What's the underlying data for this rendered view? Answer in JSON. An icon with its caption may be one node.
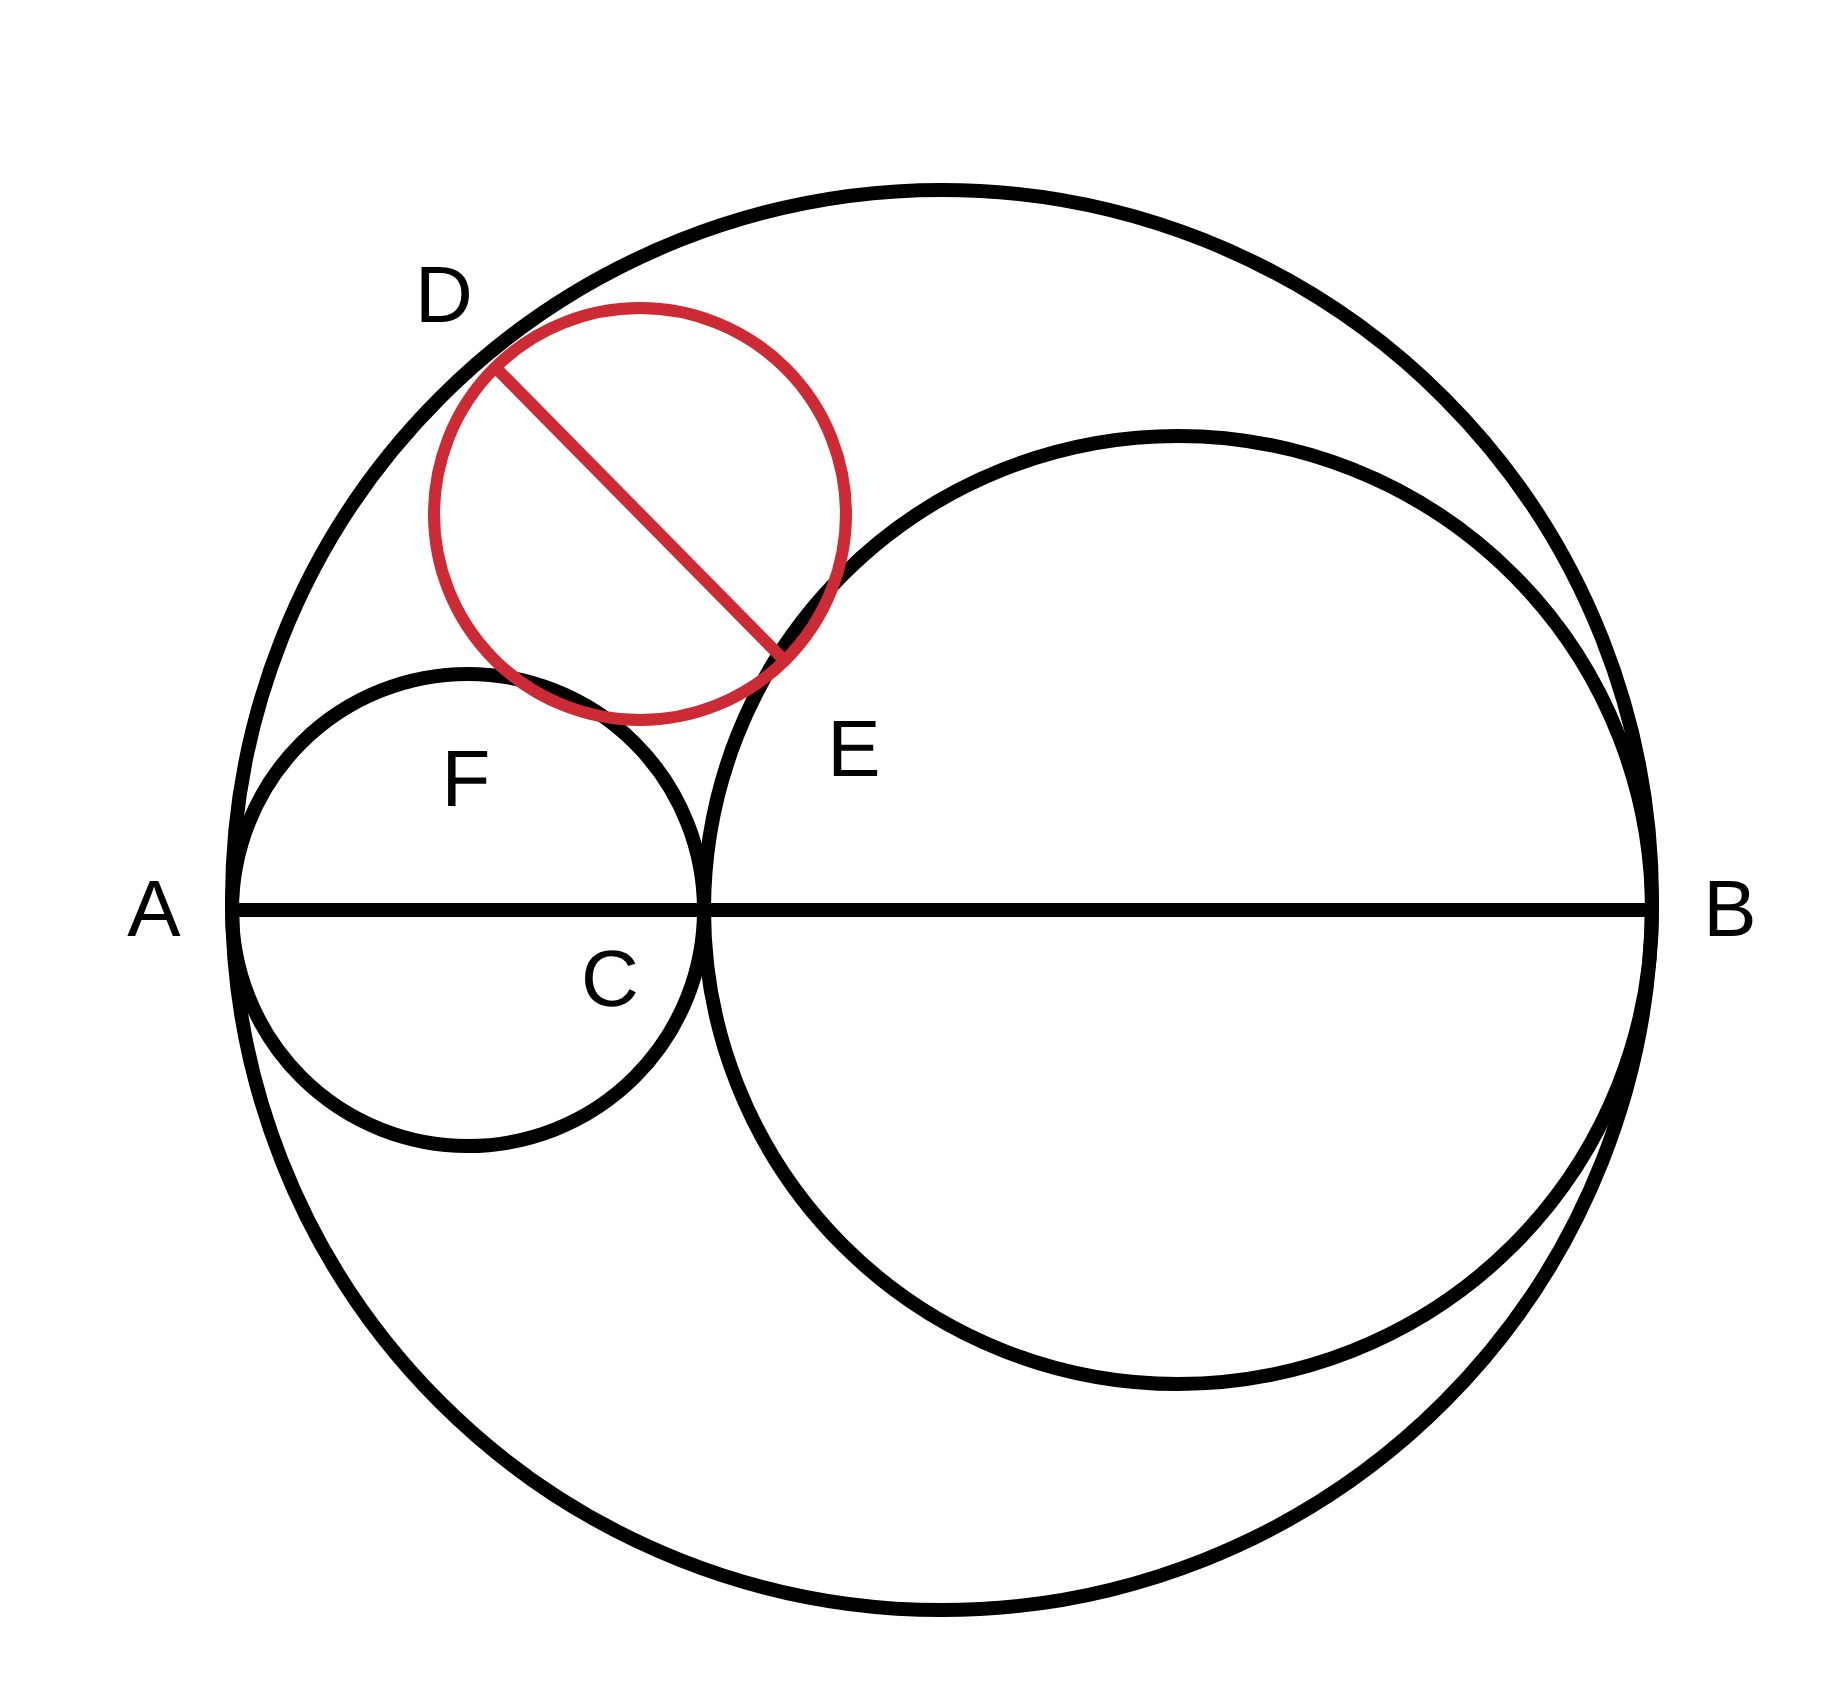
{
  "diagram": {
    "labels": [
      "D",
      "F",
      "E",
      "A",
      "C",
      "B"
    ]
  }
}
